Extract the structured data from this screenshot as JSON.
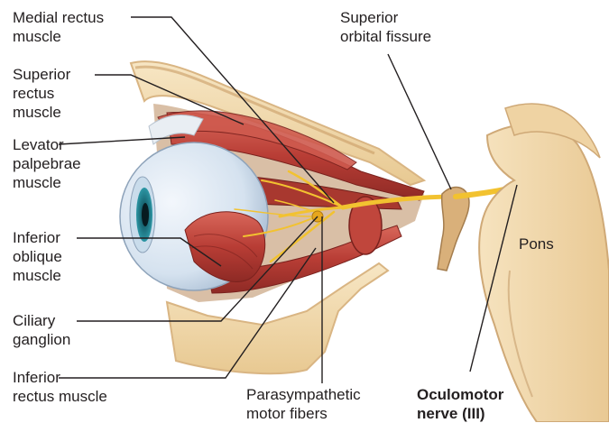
{
  "labels": {
    "medial_rectus": [
      "Medial rectus",
      "muscle"
    ],
    "superior_rectus": [
      "Superior",
      "rectus",
      "muscle"
    ],
    "levator": [
      "Levator",
      "palpebrae",
      "muscle"
    ],
    "inferior_oblique": [
      "Inferior",
      "oblique",
      "muscle"
    ],
    "ciliary": [
      "Ciliary",
      "ganglion"
    ],
    "inferior_rectus": [
      "Inferior",
      "rectus muscle"
    ],
    "parasympathetic": [
      "Parasympathetic",
      "motor fibers"
    ],
    "oculomotor": [
      "Oculomotor",
      "nerve (III)"
    ],
    "superior_orbital": [
      "Superior",
      "orbital fissure"
    ],
    "pons": "Pons"
  },
  "colors": {
    "bone": "#f3dcb0",
    "bone_edge": "#d9b583",
    "muscle": "#c0463c",
    "nerve": "#f2c230",
    "sclera": "#dde7f2",
    "iris": "#1f7f8c",
    "brainstem": "#f1d9ad",
    "leader": "#231f20"
  }
}
